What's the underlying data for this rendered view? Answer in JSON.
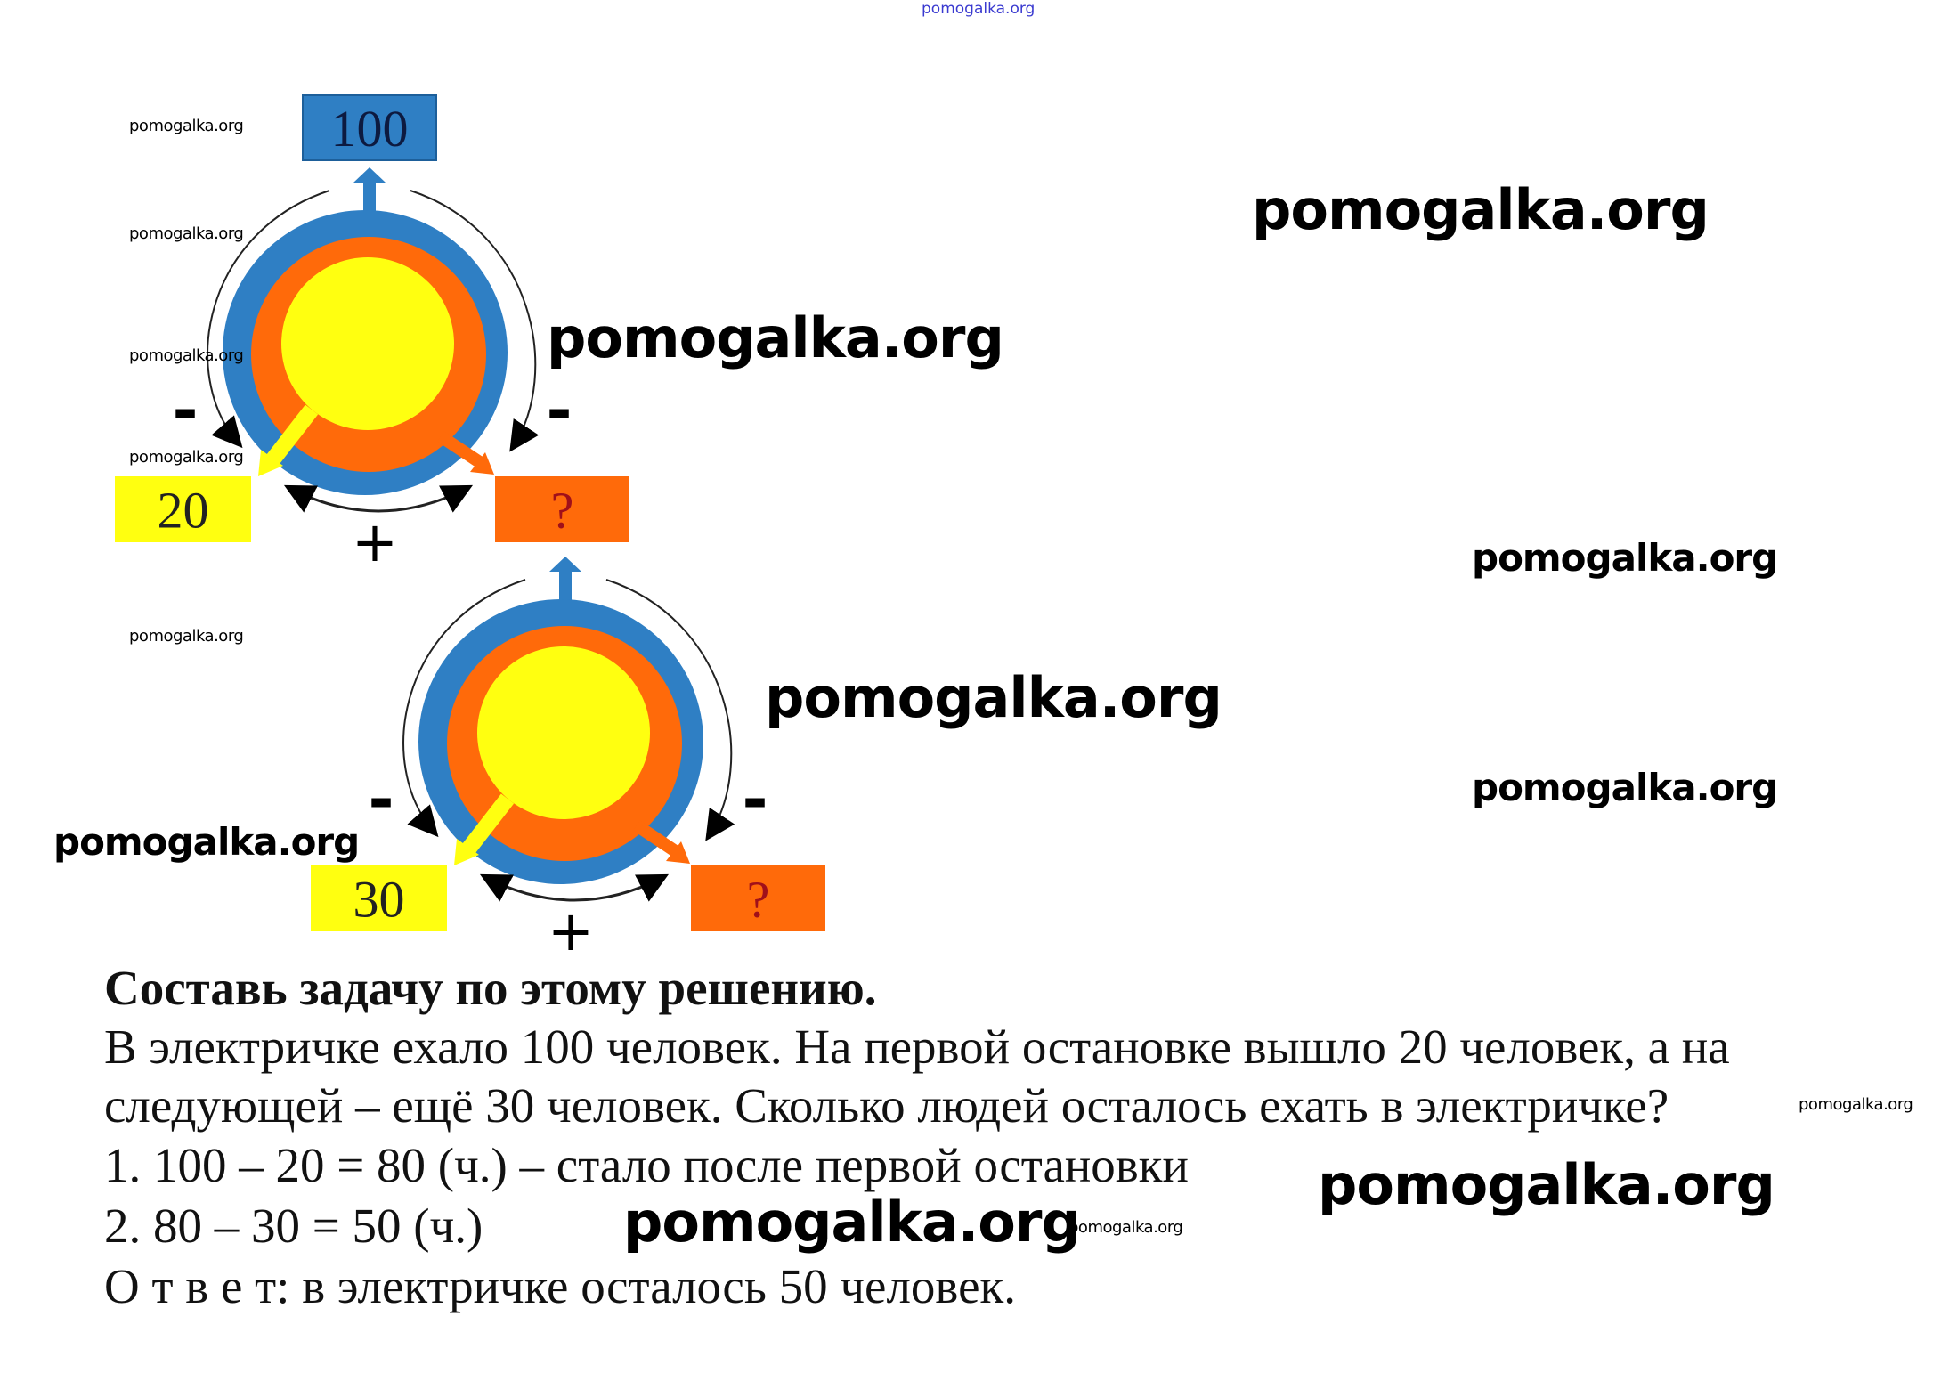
{
  "watermark": "pomogalka.org",
  "diagram_1": {
    "total": "100",
    "part_1": "20",
    "part_2": "?",
    "minus_left": "-",
    "minus_right": "-",
    "plus": "+"
  },
  "diagram_2": {
    "part_1": "30",
    "part_2": "?",
    "minus_left": "-",
    "minus_right": "-",
    "plus": "+"
  },
  "colors": {
    "blue": "#2f7fc4",
    "orange": "#ff6a0a",
    "yellow": "#ffff10"
  },
  "task": {
    "title": "Составь задачу по этому решению.",
    "line_1": "В электричке ехало 100 человек. На первой остановке вышло 20 человек, а на",
    "line_2": "следующей – ещё 30 человек. Сколько людей осталось ехать в электричке?",
    "step_1": "1. 100 – 20 = 80 (ч.) – стало после первой остановки",
    "step_2": "2. 80 – 30 =  50 (ч.)",
    "answer": "О т в е т: в электричке осталось 50 человек."
  }
}
